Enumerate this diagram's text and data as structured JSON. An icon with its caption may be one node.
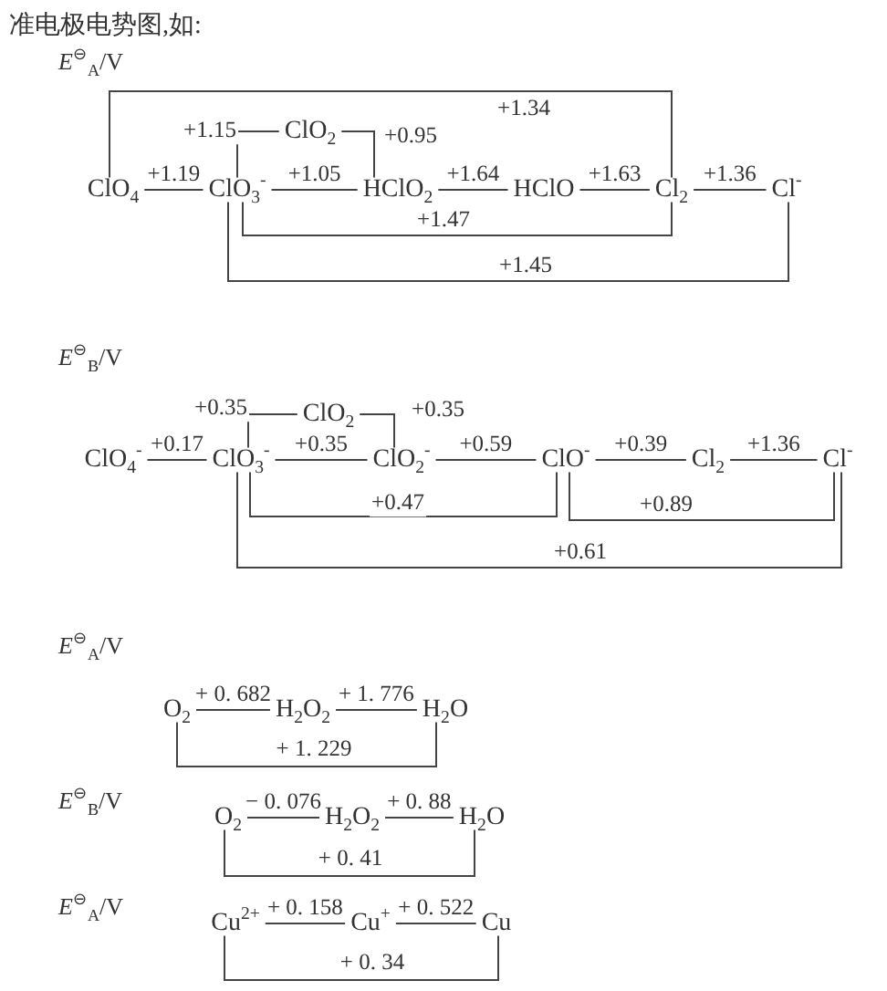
{
  "diagram": {
    "title": "准电极电势图,如:",
    "nodes": [
      {
        "text": [
          "ClO$_{2}$"
        ]
      },
      {
        "text": [
          "ClO$_{4}$"
        ]
      },
      {
        "text": [
          "ClO$_{3}$$^{-}$"
        ]
      },
      {
        "text": [
          "HClO$_{2}$"
        ]
      },
      {
        "text": [
          "HClO"
        ]
      },
      {
        "text": [
          "Cl$_{2}$"
        ]
      },
      {
        "text": [
          "Cl$^{-}$"
        ]
      },
      {
        "text": [
          "ClO$_{2}$"
        ]
      },
      {
        "text": [
          "ClO$_{4}$$^{-}$"
        ]
      },
      {
        "text": [
          "ClO$_{3}$$^{-}$"
        ]
      },
      {
        "text": [
          "ClO$_{2}$$^{-}$"
        ]
      },
      {
        "text": [
          "ClO$^{-}$"
        ]
      },
      {
        "text": [
          "Cl$_{2}$"
        ]
      },
      {
        "text": [
          "Cl$^{-}$"
        ]
      },
      {
        "text": [
          "O$_{2}$"
        ]
      },
      {
        "text": [
          "H$_{2}$O$_{2}$"
        ]
      },
      {
        "text": [
          "H$_{2}$O"
        ]
      },
      {
        "text": [
          "O$_{2}$"
        ]
      },
      {
        "text": [
          "H$_{2}$O$_{2}$"
        ]
      },
      {
        "text": [
          "H$_{2}$O"
        ]
      },
      {
        "text": [
          "Cu$^{2+}$"
        ]
      },
      {
        "text": [
          "Cu$^{+}$"
        ]
      },
      {
        "text": [
          "Cu"
        ]
      }
    ],
    "edges": [
      {
        "from": 1,
        "to": 2,
        "arrow": "none",
        "label": "+1.19"
      },
      {
        "from": 2,
        "to": 3,
        "arrow": "none",
        "label": "+1.05"
      },
      {
        "from": 3,
        "to": 4,
        "arrow": "none",
        "label": "+1.64"
      },
      {
        "from": 4,
        "to": 5,
        "arrow": "none",
        "label": "+1.63"
      },
      {
        "from": 5,
        "to": 6,
        "arrow": "none",
        "label": "+1.36"
      },
      {
        "from": 2,
        "to": 0,
        "arrow": "none",
        "label": "+1.15"
      },
      {
        "from": 0,
        "to": 3,
        "arrow": "none",
        "label": "+0.95"
      },
      {
        "from": 1,
        "to": 5,
        "arrow": "none",
        "label": "+1.34"
      },
      {
        "from": 2,
        "to": 5,
        "arrow": "none",
        "label": "+1.47"
      },
      {
        "from": 2,
        "to": 6,
        "arrow": "none",
        "label": "+1.45"
      },
      {
        "from": 8,
        "to": 9,
        "arrow": "none",
        "label": "+0.17"
      },
      {
        "from": 9,
        "to": 10,
        "arrow": "none",
        "label": "+0.35"
      },
      {
        "from": 10,
        "to": 11,
        "arrow": "none",
        "label": "+0.59"
      },
      {
        "from": 11,
        "to": 12,
        "arrow": "none",
        "label": "+0.39"
      },
      {
        "from": 12,
        "to": 13,
        "arrow": "none",
        "label": "+1.36"
      },
      {
        "from": 9,
        "to": 7,
        "arrow": "none",
        "label": "+0.35"
      },
      {
        "from": 7,
        "to": 10,
        "arrow": "none",
        "label": "+0.35"
      },
      {
        "from": 9,
        "to": 11,
        "arrow": "none",
        "label": "+0.47"
      },
      {
        "from": 11,
        "to": 13,
        "arrow": "none",
        "label": "+0.89"
      },
      {
        "from": 9,
        "to": 13,
        "arrow": "none",
        "label": "+0.61"
      },
      {
        "from": 14,
        "to": 15,
        "arrow": "none",
        "label": "+ 0. 682"
      },
      {
        "from": 15,
        "to": 16,
        "arrow": "none",
        "label": "+ 1. 776"
      },
      {
        "from": 14,
        "to": 16,
        "arrow": "none",
        "label": "+ 1. 229"
      },
      {
        "from": 17,
        "to": 18,
        "arrow": "none",
        "label": "− 0. 076"
      },
      {
        "from": 18,
        "to": 19,
        "arrow": "none",
        "label": "+ 0. 88"
      },
      {
        "from": 17,
        "to": 19,
        "arrow": "none",
        "label": "+ 0. 41"
      },
      {
        "from": 20,
        "to": 21,
        "arrow": "none",
        "label": "+ 0. 158"
      },
      {
        "from": 21,
        "to": 22,
        "arrow": "none",
        "label": "+ 0. 522"
      },
      {
        "from": 20,
        "to": 22,
        "arrow": "none",
        "label": "+ 0. 34"
      }
    ],
    "labels": [
      "*E*$^{⊖}$$_{A}$/V",
      "*E*$^{⊖}$$_{B}$/V",
      "*E*$^{⊖}$$_{A}$/V",
      "*E*$^{⊖}$$_{B}$/V",
      "*E*$^{⊖}$$_{A}$/V"
    ]
  }
}
